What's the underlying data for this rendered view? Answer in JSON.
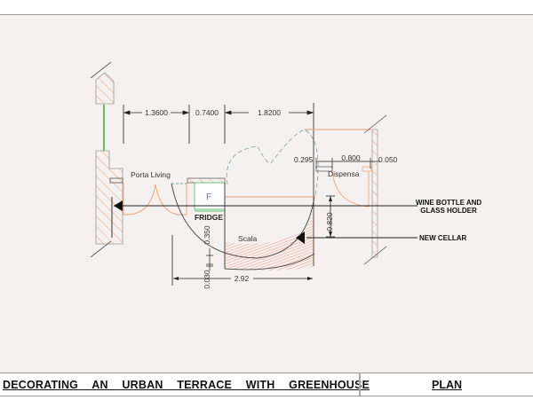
{
  "title_block": {
    "project_title": "DECORATING AN URBAN TERRACE WITH GREENHOUSE",
    "sheet_name": "PLAN"
  },
  "drawing": {
    "dimensions": {
      "d1": "1.3600",
      "d2": "0.7400",
      "d3": "1.8200",
      "d4": "0.295",
      "d5": "0.800",
      "d6": "0.050",
      "d7": "0.820",
      "d8": "0.350",
      "d9": "0.030",
      "d10": "2.92"
    },
    "labels": {
      "porta_living": "Porta Living",
      "fridge_letter": "F",
      "fridge": "FRIDGE",
      "scala": "Scala",
      "dispensa": "Dispensa"
    },
    "callouts": {
      "wine_line1": "WINE BOTTLE  AND",
      "wine_line2": "GLASS HOLDER",
      "new_cellar": "NEW CELLAR"
    },
    "colors": {
      "wall_hatch": "#f4a070",
      "glass": "#5cc26a",
      "outline": "#7aa6a8",
      "fridge_letter": "#6a6af0",
      "line": "#222222"
    }
  }
}
